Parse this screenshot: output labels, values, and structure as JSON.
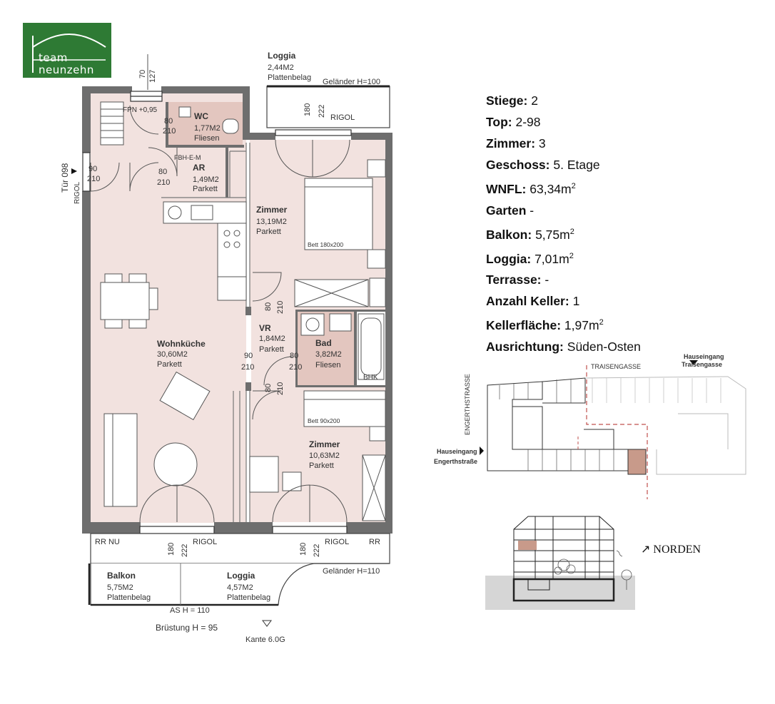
{
  "logo": {
    "line1": "team",
    "line2": "neunzehn"
  },
  "info": [
    {
      "label": "Stiege:",
      "value": "2"
    },
    {
      "label": "Top:",
      "value": "2-98"
    },
    {
      "label": "Zimmer:",
      "value": "3"
    },
    {
      "label": "Geschoss:",
      "value": "5. Etage"
    },
    {
      "label": "WNFL:",
      "value": "63,34m",
      "sup": "2"
    },
    {
      "label": "Garten",
      "value": "-"
    },
    {
      "label": "Balkon:",
      "value": "5,75m",
      "sup": "2"
    },
    {
      "label": "Loggia:",
      "value": "7,01m",
      "sup": "2"
    },
    {
      "label": "Terrasse:",
      "value": "-"
    },
    {
      "label": "Anzahl Keller:",
      "value": "1"
    },
    {
      "label": "Kellerfläche:",
      "value": "1,97m",
      "sup": "2"
    },
    {
      "label": "Ausrichtung:",
      "value": "Süden-Osten"
    }
  ],
  "rooms": {
    "loggia_top": {
      "name": "Loggia",
      "area": "2,44M2",
      "floor": "Plattenbelag"
    },
    "wc": {
      "name": "WC",
      "area": "1,77M2",
      "floor": "Fliesen"
    },
    "ar": {
      "name": "AR",
      "area": "1,49M2",
      "floor": "Parkett"
    },
    "zimmer1": {
      "name": "Zimmer",
      "area": "13,19M2",
      "floor": "Parkett"
    },
    "wohnkueche": {
      "name": "Wohnküche",
      "area": "30,60M2",
      "floor": "Parkett"
    },
    "vr": {
      "name": "VR",
      "area": "1,84M2",
      "floor": "Parkett"
    },
    "bad": {
      "name": "Bad",
      "area": "3,82M2",
      "floor": "Fliesen"
    },
    "zimmer2": {
      "name": "Zimmer",
      "area": "10,63M2",
      "floor": "Parkett"
    },
    "balkon": {
      "name": "Balkon",
      "area": "5,75M2",
      "floor": "Plattenbelag"
    },
    "loggia_bottom": {
      "name": "Loggia",
      "area": "4,57M2",
      "floor": "Plattenbelag"
    }
  },
  "labels": {
    "gelaender_top": "Geländer H=100",
    "gelaender_bottom": "Geländer H=110",
    "rigol": "RIGOL",
    "tuer": "Tür 098",
    "fbh_em": "FBH-E-M",
    "frn": "FPN +0,95",
    "bett1": "Bett 180x200",
    "bett2": "Bett 90x200",
    "bhk": "BHK",
    "rr_nu": "RR NU",
    "rr": "RR",
    "as_h": "AS H = 110",
    "bruestung": "Brüstung H = 95",
    "kante": "Kante 6.0G",
    "dim_70": "70",
    "dim_127": "127",
    "dim_80": "80",
    "dim_90": "90",
    "dim_180": "180",
    "dim_210": "210",
    "dim_222": "222"
  },
  "siteplan": {
    "traisengasse": "TRAISENGASSE",
    "engerthstrasse": "ENGERTHSTRASSE",
    "hauseingang_t1": "Hauseingang",
    "hauseingang_t2": "Traisengasse",
    "hauseingang_e1": "Hauseingang",
    "hauseingang_e2": "Engerthstraße"
  },
  "norden": "NORDEN",
  "colors": {
    "logo_green": "#2e7a34",
    "room_fill": "#f2e2df",
    "wet_fill": "#e3c6bf",
    "wall": "#6e6e6e",
    "highlight": "#c89a8a"
  }
}
